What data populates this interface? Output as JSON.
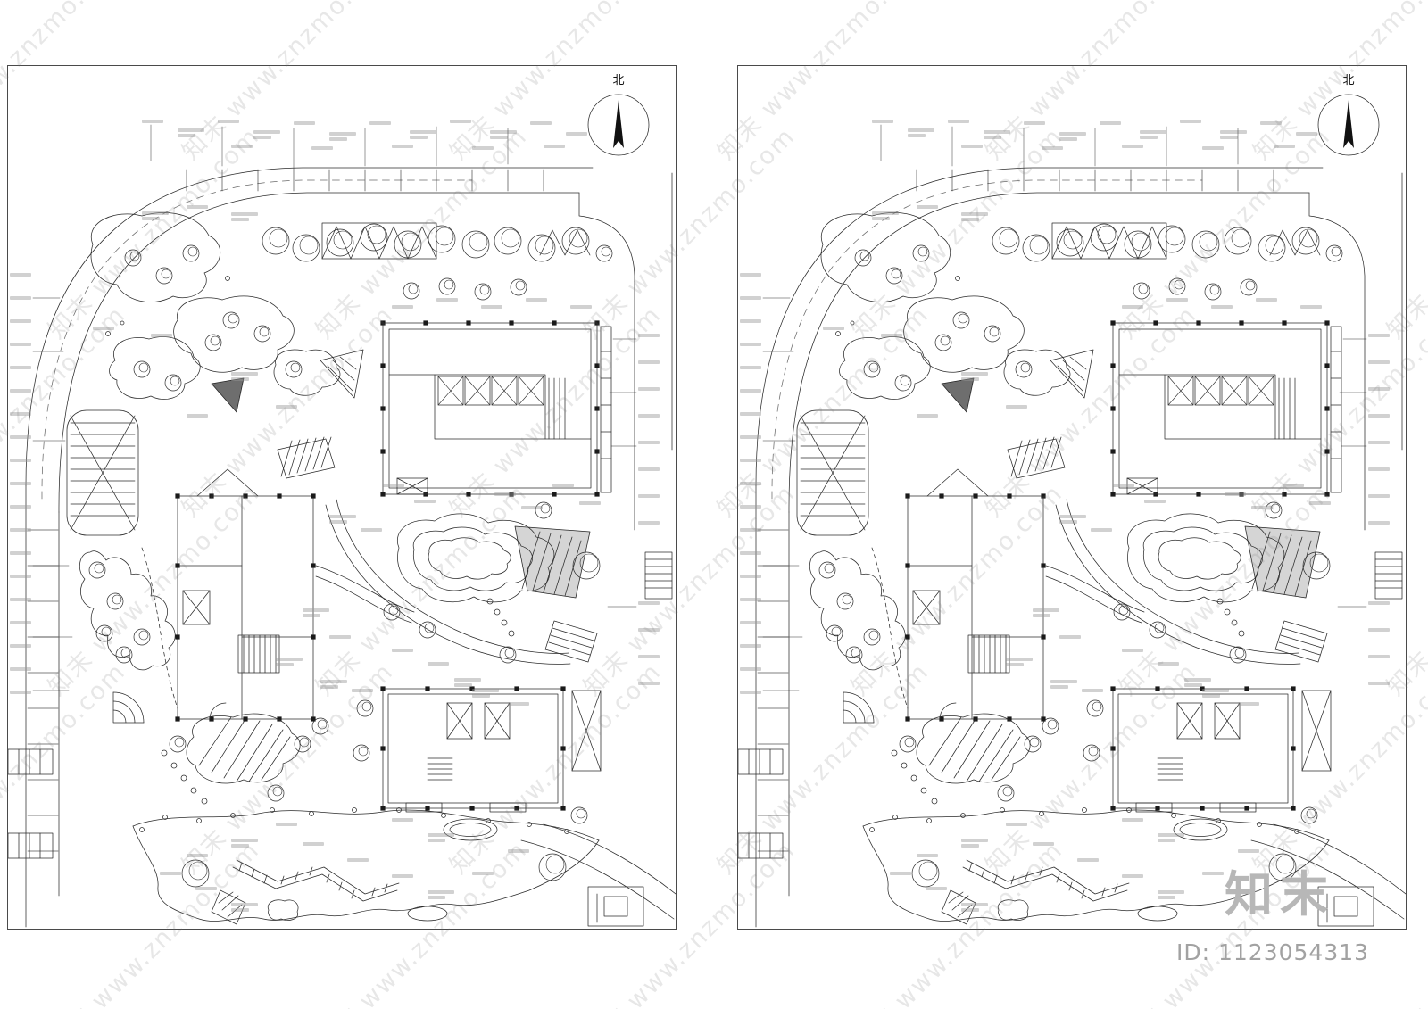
{
  "meta": {
    "north_label": "北",
    "brand_logo": "知末",
    "image_id": "ID: 1123054313",
    "watermark_text": "知末 www.znzmo.com",
    "line_color": "#2b2b2b"
  },
  "panels": [
    {
      "name": "site-plan-sheet-left"
    },
    {
      "name": "site-plan-sheet-right"
    }
  ]
}
